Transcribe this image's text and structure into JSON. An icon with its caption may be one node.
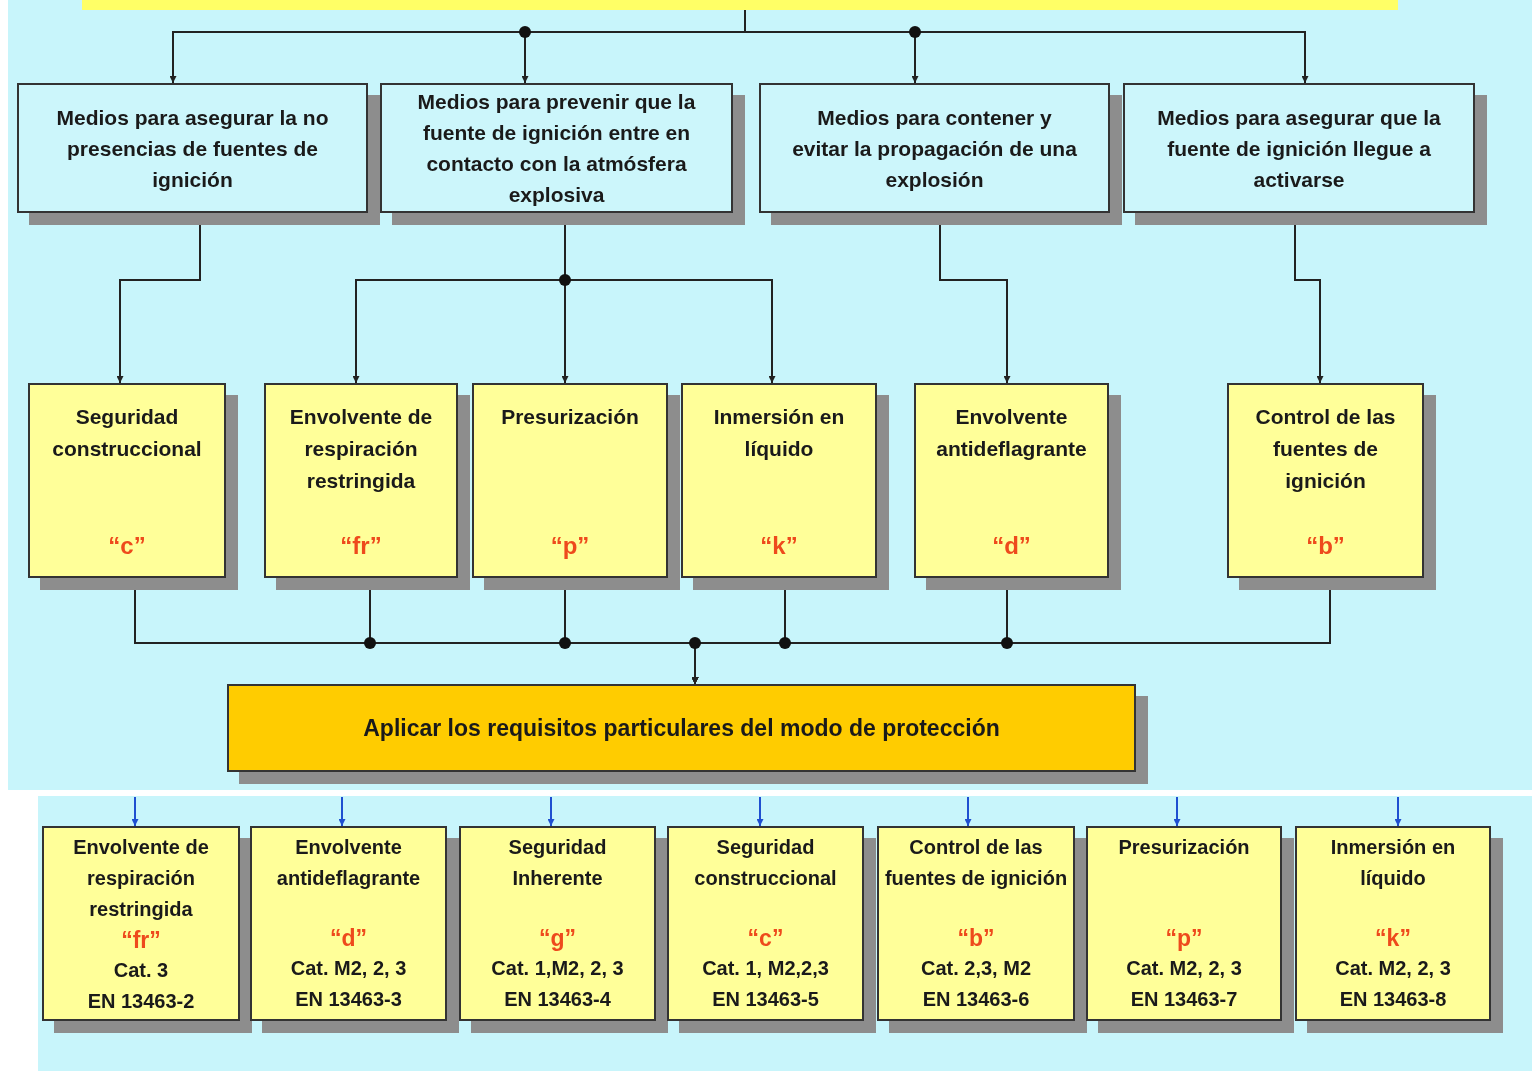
{
  "diagram": {
    "nodes": [
      {
        "text": [],
        "shape": "bar"
      },
      {
        "text": [
          "Medios para asegurar la no presencias de fuentes de ignición"
        ]
      },
      {
        "text": [
          "Medios para prevenir que la fuente de ignición entre en contacto con la atmósfera explosiva"
        ]
      },
      {
        "text": [
          "Medios para contener y evitar la propagación de una explosión"
        ]
      },
      {
        "text": [
          "Medios para asegurar que la fuente de ignición llegue a activarse"
        ]
      },
      {
        "text": [
          "Seguridad construccional",
          "“c”"
        ]
      },
      {
        "text": [
          "Envolvente de respiración restringida",
          "“fr”"
        ]
      },
      {
        "text": [
          "Presurización",
          "“p”"
        ]
      },
      {
        "text": [
          "Inmersión en líquido",
          "“k”"
        ]
      },
      {
        "text": [
          "Envolvente antideflagrante",
          "“d”"
        ]
      },
      {
        "text": [
          "Control de las fuentes de ignición",
          "“b”"
        ]
      },
      {
        "text": [
          "Aplicar los requisitos particulares del modo de protección"
        ]
      },
      {
        "text": [
          "Envolvente de respiración restringida",
          "“fr”",
          "Cat. 3",
          "EN 13463-2"
        ]
      },
      {
        "text": [
          "Envolvente antideflagrante",
          "“d”",
          "Cat. M2, 2, 3",
          "EN 13463-3"
        ]
      },
      {
        "text": [
          "Seguridad Inherente",
          "“g”",
          "Cat. 1,M2, 2, 3",
          "EN 13463-4"
        ]
      },
      {
        "text": [
          "Seguridad construccional",
          "“c”",
          "Cat. 1, M2,2,3",
          "EN 13463-5"
        ]
      },
      {
        "text": [
          "Control de las fuentes de ignición",
          "“b”",
          "Cat. 2,3, M2",
          "EN 13463-6"
        ]
      },
      {
        "text": [
          "Presurización",
          "“p”",
          "Cat. M2, 2, 3",
          "EN 13463-7"
        ]
      },
      {
        "text": [
          "Inmersión en líquido",
          "“k”",
          "Cat. M2, 2, 3",
          "EN 13463-8"
        ]
      }
    ],
    "edges": [
      {
        "from": 0,
        "to": 1,
        "arrow": "to"
      },
      {
        "from": 0,
        "to": 2,
        "arrow": "to"
      },
      {
        "from": 0,
        "to": 3,
        "arrow": "to"
      },
      {
        "from": 0,
        "to": 4,
        "arrow": "to"
      },
      {
        "from": 1,
        "to": 5,
        "arrow": "to"
      },
      {
        "from": 2,
        "to": 6,
        "arrow": "to"
      },
      {
        "from": 2,
        "to": 7,
        "arrow": "to"
      },
      {
        "from": 2,
        "to": 8,
        "arrow": "to"
      },
      {
        "from": 3,
        "to": 9,
        "arrow": "to"
      },
      {
        "from": 4,
        "to": 10,
        "arrow": "to"
      },
      {
        "from": 5,
        "to": 11,
        "arrow": "to"
      },
      {
        "from": 6,
        "to": 11,
        "arrow": "to"
      },
      {
        "from": 7,
        "to": 11,
        "arrow": "to"
      },
      {
        "from": 8,
        "to": 11,
        "arrow": "to"
      },
      {
        "from": 9,
        "to": 11,
        "arrow": "to"
      },
      {
        "from": 10,
        "to": 11,
        "arrow": "to"
      },
      {
        "from": null,
        "to": 12,
        "arrow": "to",
        "color": "#1f4fd0"
      },
      {
        "from": null,
        "to": 13,
        "arrow": "to",
        "color": "#1f4fd0"
      },
      {
        "from": null,
        "to": 14,
        "arrow": "to",
        "color": "#1f4fd0"
      },
      {
        "from": null,
        "to": 15,
        "arrow": "to",
        "color": "#1f4fd0"
      },
      {
        "from": null,
        "to": 16,
        "arrow": "to",
        "color": "#1f4fd0"
      },
      {
        "from": null,
        "to": 17,
        "arrow": "to",
        "color": "#1f4fd0"
      },
      {
        "from": null,
        "to": 18,
        "arrow": "to",
        "color": "#1f4fd0"
      }
    ]
  }
}
